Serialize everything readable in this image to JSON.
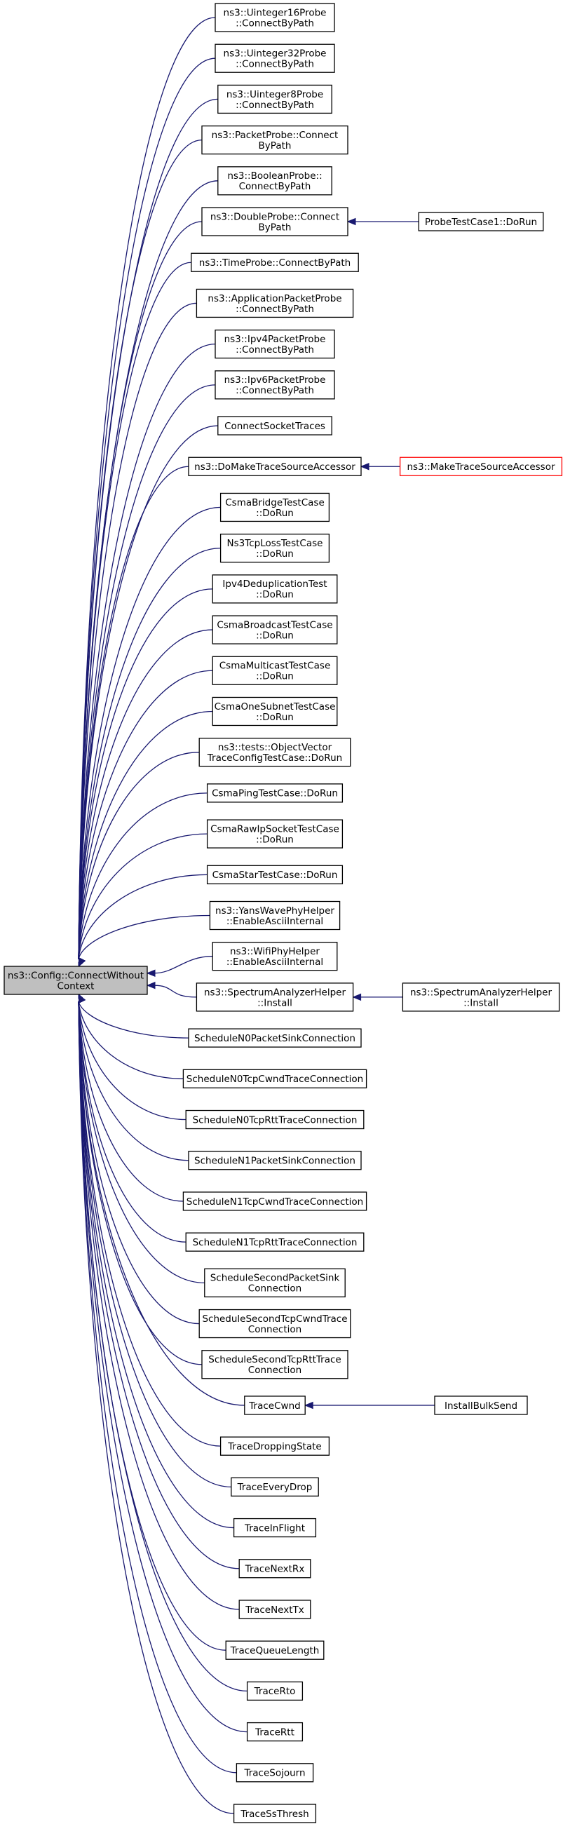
{
  "graph": {
    "focus": [
      "ns3::Config::ConnectWithout",
      "Context"
    ],
    "callers": [
      {
        "lines": [
          "ns3::Uinteger16Probe",
          "::ConnectByPath"
        ]
      },
      {
        "lines": [
          "ns3::Uinteger32Probe",
          "::ConnectByPath"
        ]
      },
      {
        "lines": [
          "ns3::Uinteger8Probe",
          "::ConnectByPath"
        ]
      },
      {
        "lines": [
          "ns3::PacketProbe::Connect",
          "ByPath"
        ]
      },
      {
        "lines": [
          "ns3::BooleanProbe::",
          "ConnectByPath"
        ]
      },
      {
        "lines": [
          "ns3::DoubleProbe::Connect",
          "ByPath"
        ],
        "caller": {
          "lines": [
            "ProbeTestCase1::DoRun"
          ]
        }
      },
      {
        "lines": [
          "ns3::TimeProbe::ConnectByPath"
        ]
      },
      {
        "lines": [
          "ns3::ApplicationPacketProbe",
          "::ConnectByPath"
        ]
      },
      {
        "lines": [
          "ns3::Ipv4PacketProbe",
          "::ConnectByPath"
        ]
      },
      {
        "lines": [
          "ns3::Ipv6PacketProbe",
          "::ConnectByPath"
        ]
      },
      {
        "lines": [
          "ConnectSocketTraces"
        ]
      },
      {
        "lines": [
          "ns3::DoMakeTraceSourceAccessor"
        ],
        "caller": {
          "lines": [
            "ns3::MakeTraceSourceAccessor"
          ],
          "truncated": true
        }
      },
      {
        "lines": [
          "CsmaBridgeTestCase",
          "::DoRun"
        ]
      },
      {
        "lines": [
          "Ns3TcpLossTestCase",
          "::DoRun"
        ]
      },
      {
        "lines": [
          "Ipv4DeduplicationTest",
          "::DoRun"
        ]
      },
      {
        "lines": [
          "CsmaBroadcastTestCase",
          "::DoRun"
        ]
      },
      {
        "lines": [
          "CsmaMulticastTestCase",
          "::DoRun"
        ]
      },
      {
        "lines": [
          "CsmaOneSubnetTestCase",
          "::DoRun"
        ]
      },
      {
        "lines": [
          "ns3::tests::ObjectVector",
          "TraceConfigTestCase::DoRun"
        ]
      },
      {
        "lines": [
          "CsmaPingTestCase::DoRun"
        ]
      },
      {
        "lines": [
          "CsmaRawIpSocketTestCase",
          "::DoRun"
        ]
      },
      {
        "lines": [
          "CsmaStarTestCase::DoRun"
        ]
      },
      {
        "lines": [
          "ns3::YansWavePhyHelper",
          "::EnableAsciiInternal"
        ]
      },
      {
        "lines": [
          "ns3::WifiPhyHelper",
          "::EnableAsciiInternal"
        ]
      },
      {
        "lines": [
          "ns3::SpectrumAnalyzerHelper",
          "::Install"
        ],
        "caller": {
          "lines": [
            "ns3::SpectrumAnalyzerHelper",
            "::Install"
          ]
        }
      },
      {
        "lines": [
          "ScheduleN0PacketSinkConnection"
        ]
      },
      {
        "lines": [
          "ScheduleN0TcpCwndTraceConnection"
        ]
      },
      {
        "lines": [
          "ScheduleN0TcpRttTraceConnection"
        ]
      },
      {
        "lines": [
          "ScheduleN1PacketSinkConnection"
        ]
      },
      {
        "lines": [
          "ScheduleN1TcpCwndTraceConnection"
        ]
      },
      {
        "lines": [
          "ScheduleN1TcpRttTraceConnection"
        ]
      },
      {
        "lines": [
          "ScheduleSecondPacketSink",
          "Connection"
        ]
      },
      {
        "lines": [
          "ScheduleSecondTcpCwndTrace",
          "Connection"
        ]
      },
      {
        "lines": [
          "ScheduleSecondTcpRttTrace",
          "Connection"
        ]
      },
      {
        "lines": [
          "TraceCwnd"
        ],
        "caller": {
          "lines": [
            "InstallBulkSend"
          ]
        }
      },
      {
        "lines": [
          "TraceDroppingState"
        ]
      },
      {
        "lines": [
          "TraceEveryDrop"
        ]
      },
      {
        "lines": [
          "TraceInFlight"
        ]
      },
      {
        "lines": [
          "TraceNextRx"
        ]
      },
      {
        "lines": [
          "TraceNextTx"
        ]
      },
      {
        "lines": [
          "TraceQueueLength"
        ]
      },
      {
        "lines": [
          "TraceRto"
        ]
      },
      {
        "lines": [
          "TraceRtt"
        ]
      },
      {
        "lines": [
          "TraceSojourn"
        ]
      },
      {
        "lines": [
          "TraceSsThresh"
        ]
      }
    ],
    "colors": {
      "edge": "#191970",
      "focus_fill": "#bfbfbf",
      "truncated_border": "#ff0000",
      "node_border": "#000000"
    }
  }
}
